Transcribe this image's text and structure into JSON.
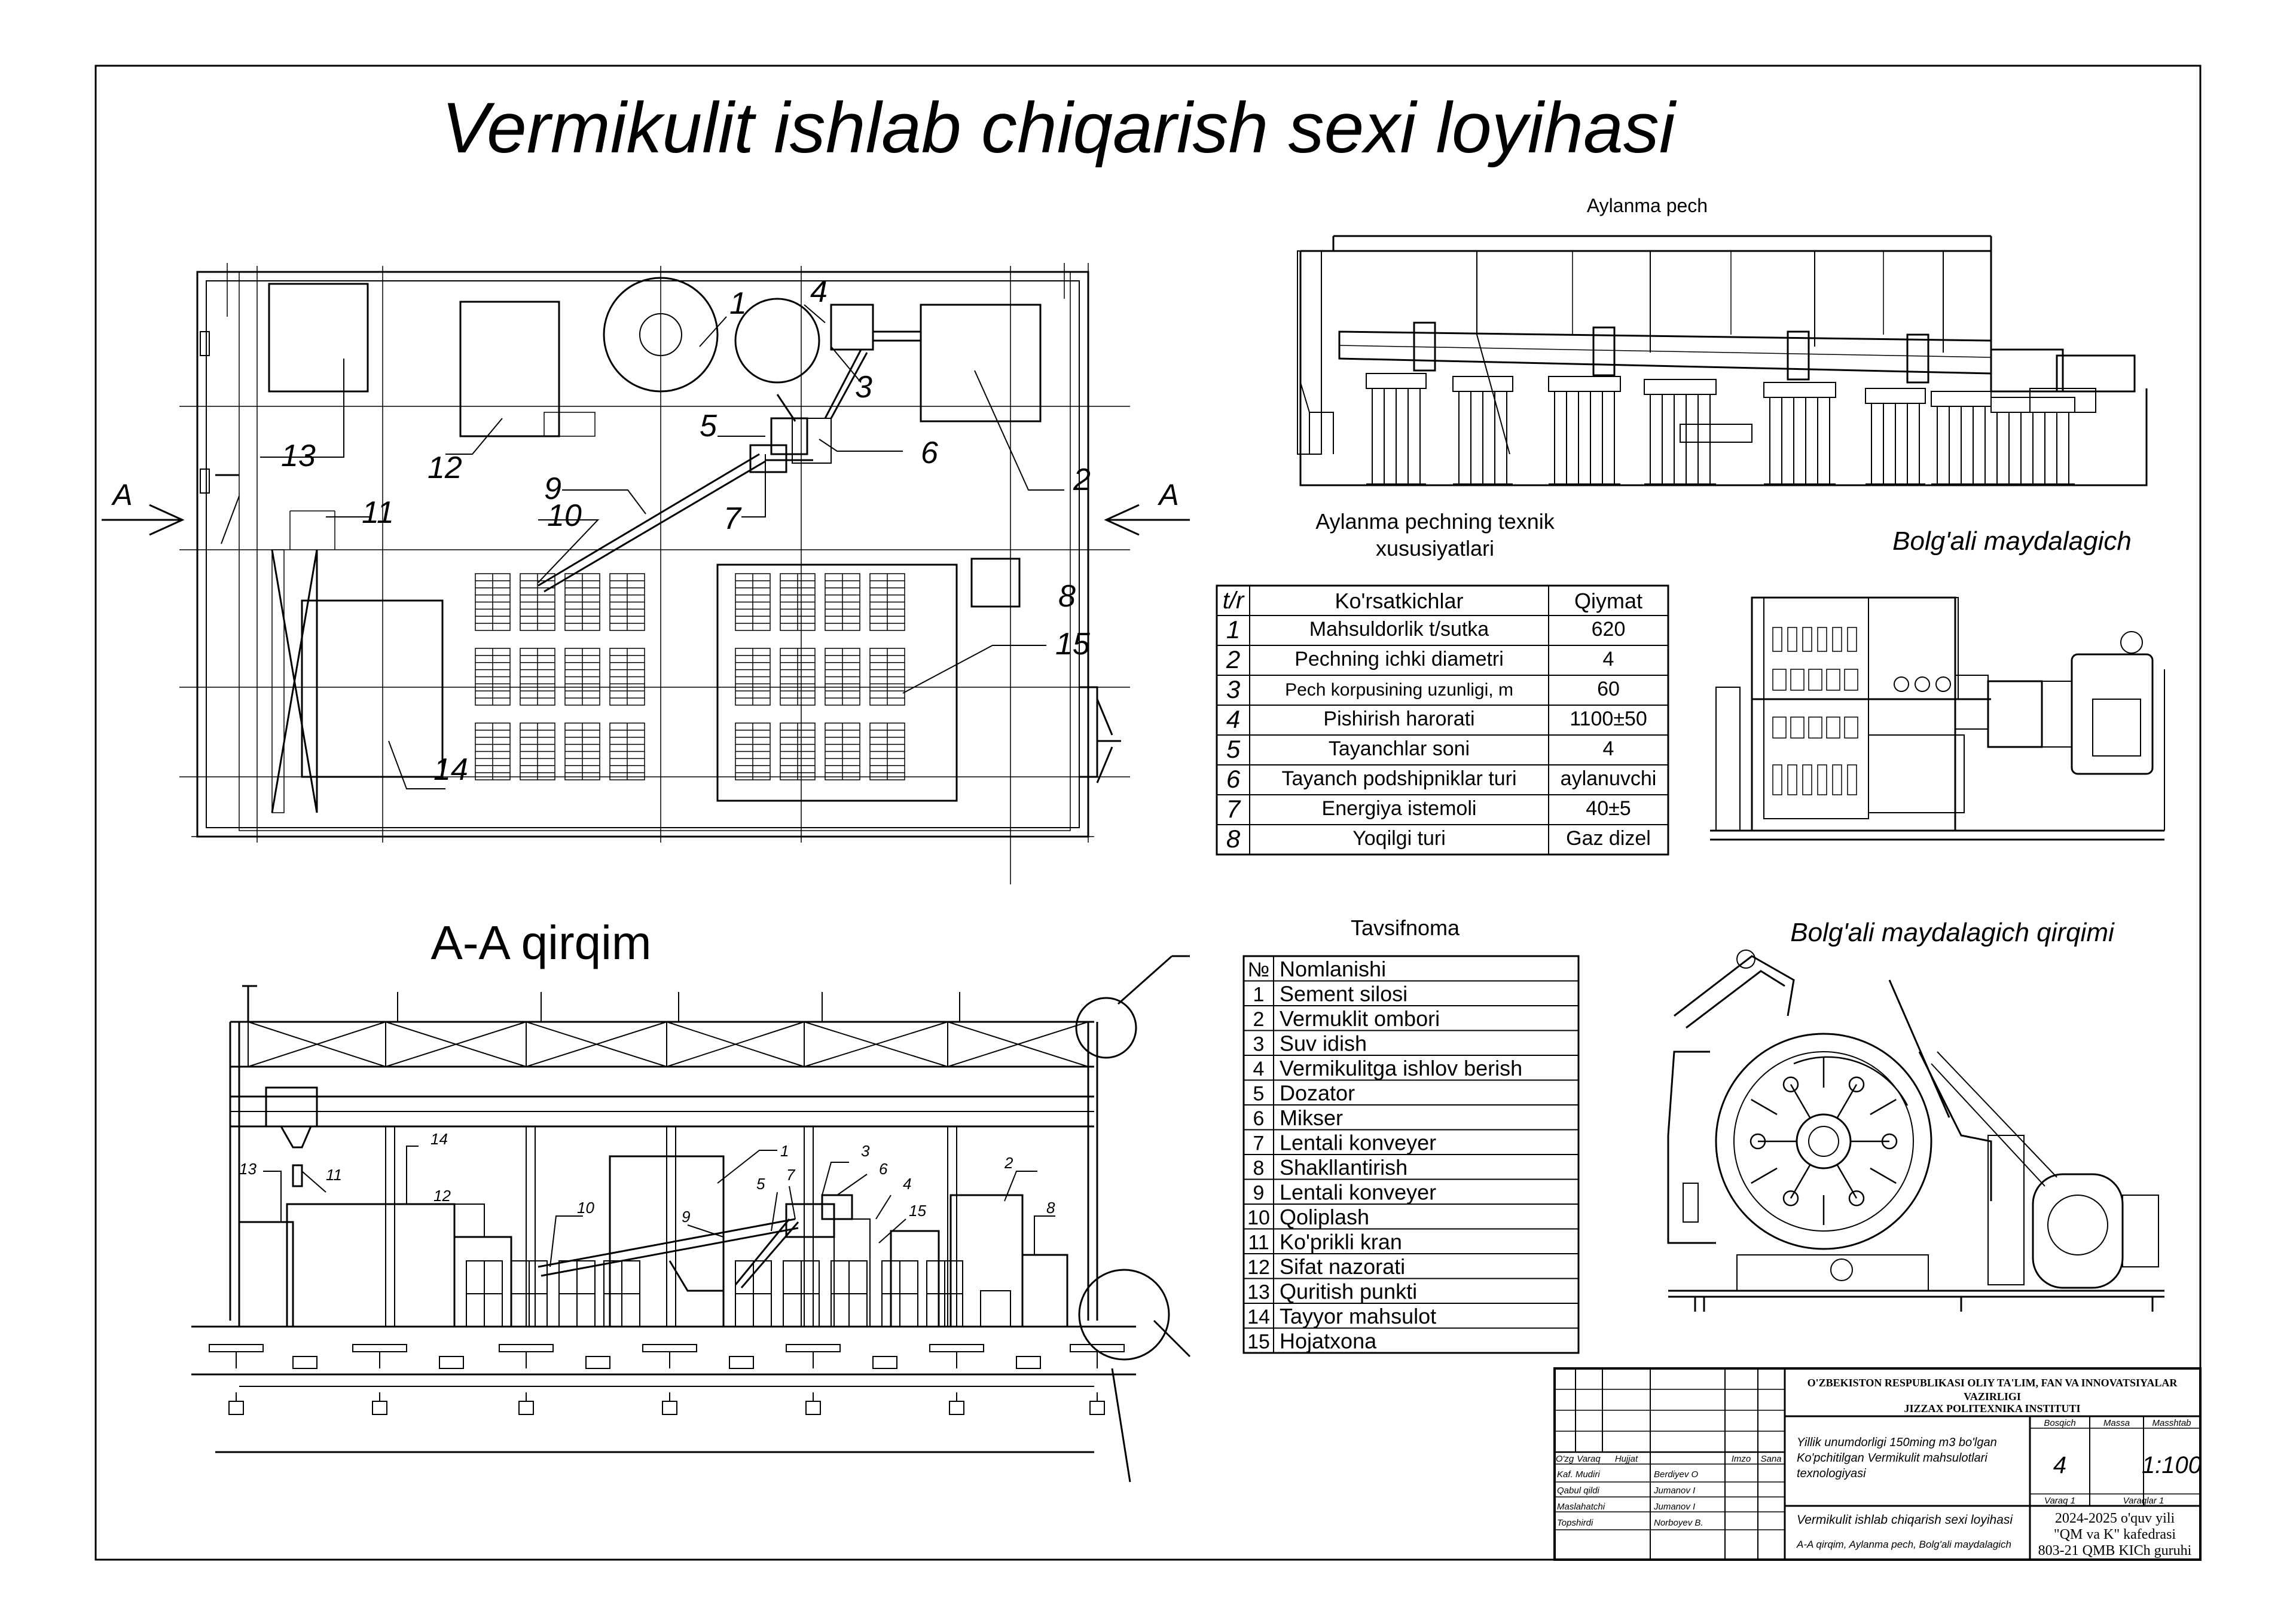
{
  "title": "Vermikulit ishlab chiqarish sexi loyihasi",
  "plan": {
    "section_marker": "A",
    "labels": [
      "1",
      "2",
      "3",
      "4",
      "5",
      "6",
      "7",
      "8",
      "9",
      "10",
      "11",
      "12",
      "13",
      "14",
      "15"
    ]
  },
  "section": {
    "title": "A-A qirqim",
    "labels": [
      "1",
      "2",
      "3",
      "4",
      "5",
      "6",
      "7",
      "8",
      "9",
      "10",
      "11",
      "12",
      "13",
      "14",
      "15"
    ]
  },
  "kiln": {
    "title": "Aylanma pech"
  },
  "specs": {
    "title_line1": "Aylanma pechning texnik",
    "title_line2": "xususiyatlari",
    "headers": [
      "t/r",
      "Ko'rsatkichlar",
      "Qiymat"
    ],
    "rows": [
      [
        "1",
        "Mahsuldorlik t/sutka",
        "620"
      ],
      [
        "2",
        "Pechning ichki diametri",
        "4"
      ],
      [
        "3",
        "Pech korpusining uzunligi, m",
        "60"
      ],
      [
        "4",
        "Pishirish harorati",
        "1100±50"
      ],
      [
        "5",
        "Tayanchlar soni",
        "4"
      ],
      [
        "6",
        "Tayanch podshipniklar turi",
        "aylanuvchi"
      ],
      [
        "7",
        "Energiya istemoli",
        "40±5"
      ],
      [
        "8",
        "Yoqilgi turi",
        "Gaz dizel"
      ]
    ]
  },
  "crusher": {
    "title": "Bolg'ali maydalagich"
  },
  "crusher_section": {
    "title": "Bolg'ali maydalagich qirqimi"
  },
  "legend": {
    "title": "Tavsifnoma",
    "headers": [
      "№",
      "Nomlanishi"
    ],
    "rows": [
      [
        "1",
        "Sement silosi"
      ],
      [
        "2",
        "Vermuklit ombori"
      ],
      [
        "3",
        "Suv idish"
      ],
      [
        "4",
        "Vermikulitga ishlov berish"
      ],
      [
        "5",
        "Dozator"
      ],
      [
        "6",
        "Mikser"
      ],
      [
        "7",
        "Lentali konveyer"
      ],
      [
        "8",
        "Shakllantirish"
      ],
      [
        "9",
        "Lentali konveyer"
      ],
      [
        "10",
        "Qoliplash"
      ],
      [
        "11",
        "Ko'prikli kran"
      ],
      [
        "12",
        "Sifat nazorati"
      ],
      [
        "13",
        "Quritish punkti"
      ],
      [
        "14",
        "Tayyor mahsulot"
      ],
      [
        "15",
        "Hojatxona"
      ]
    ]
  },
  "stamp": {
    "org_line1": "O'ZBEKISTON RESPUBLIKASI OLIY TA'LIM, FAN VA INNOVATSIYALAR",
    "org_line2": "VAZIRLIGI",
    "org_line3": "JIZZAX POLITEXNIKA INSTITUTI",
    "col_headers": [
      "O'zg",
      "Varaq",
      "Hujjat",
      "Imzo",
      "Sana"
    ],
    "people": [
      [
        "Kaf. Mudiri",
        "Berdiyev O"
      ],
      [
        "Qabul qildi",
        "Jumanov I"
      ],
      [
        "Maslahatchi",
        "Jumanov I"
      ],
      [
        "Topshirdi",
        "Norboyev B."
      ]
    ],
    "desc_line1": "Yillik unumdorligi 150ming m3 bo'lgan",
    "desc_line2": "Ko'pchitilgan Vermikulit mahsulotlari",
    "desc_line3": "texnologiyasi",
    "stage_label": "Bosqich",
    "stage_value": "4",
    "mass_label": "Massa",
    "scale_label": "Masshtab",
    "scale_value": "1:100",
    "sheet_label": "Varaq 1",
    "sheets_label": "Varaqlar 1",
    "project_title": "Vermikulit ishlab chiqarish sexi loyihasi",
    "drawing_list": "A-A qirqim, Aylanma pech, Bolg'ali maydalagich",
    "year": "2024-2025 o'quv yili",
    "department": "\"QM va K\" kafedrasi",
    "group": "803-21  QMB KICh guruhi"
  }
}
